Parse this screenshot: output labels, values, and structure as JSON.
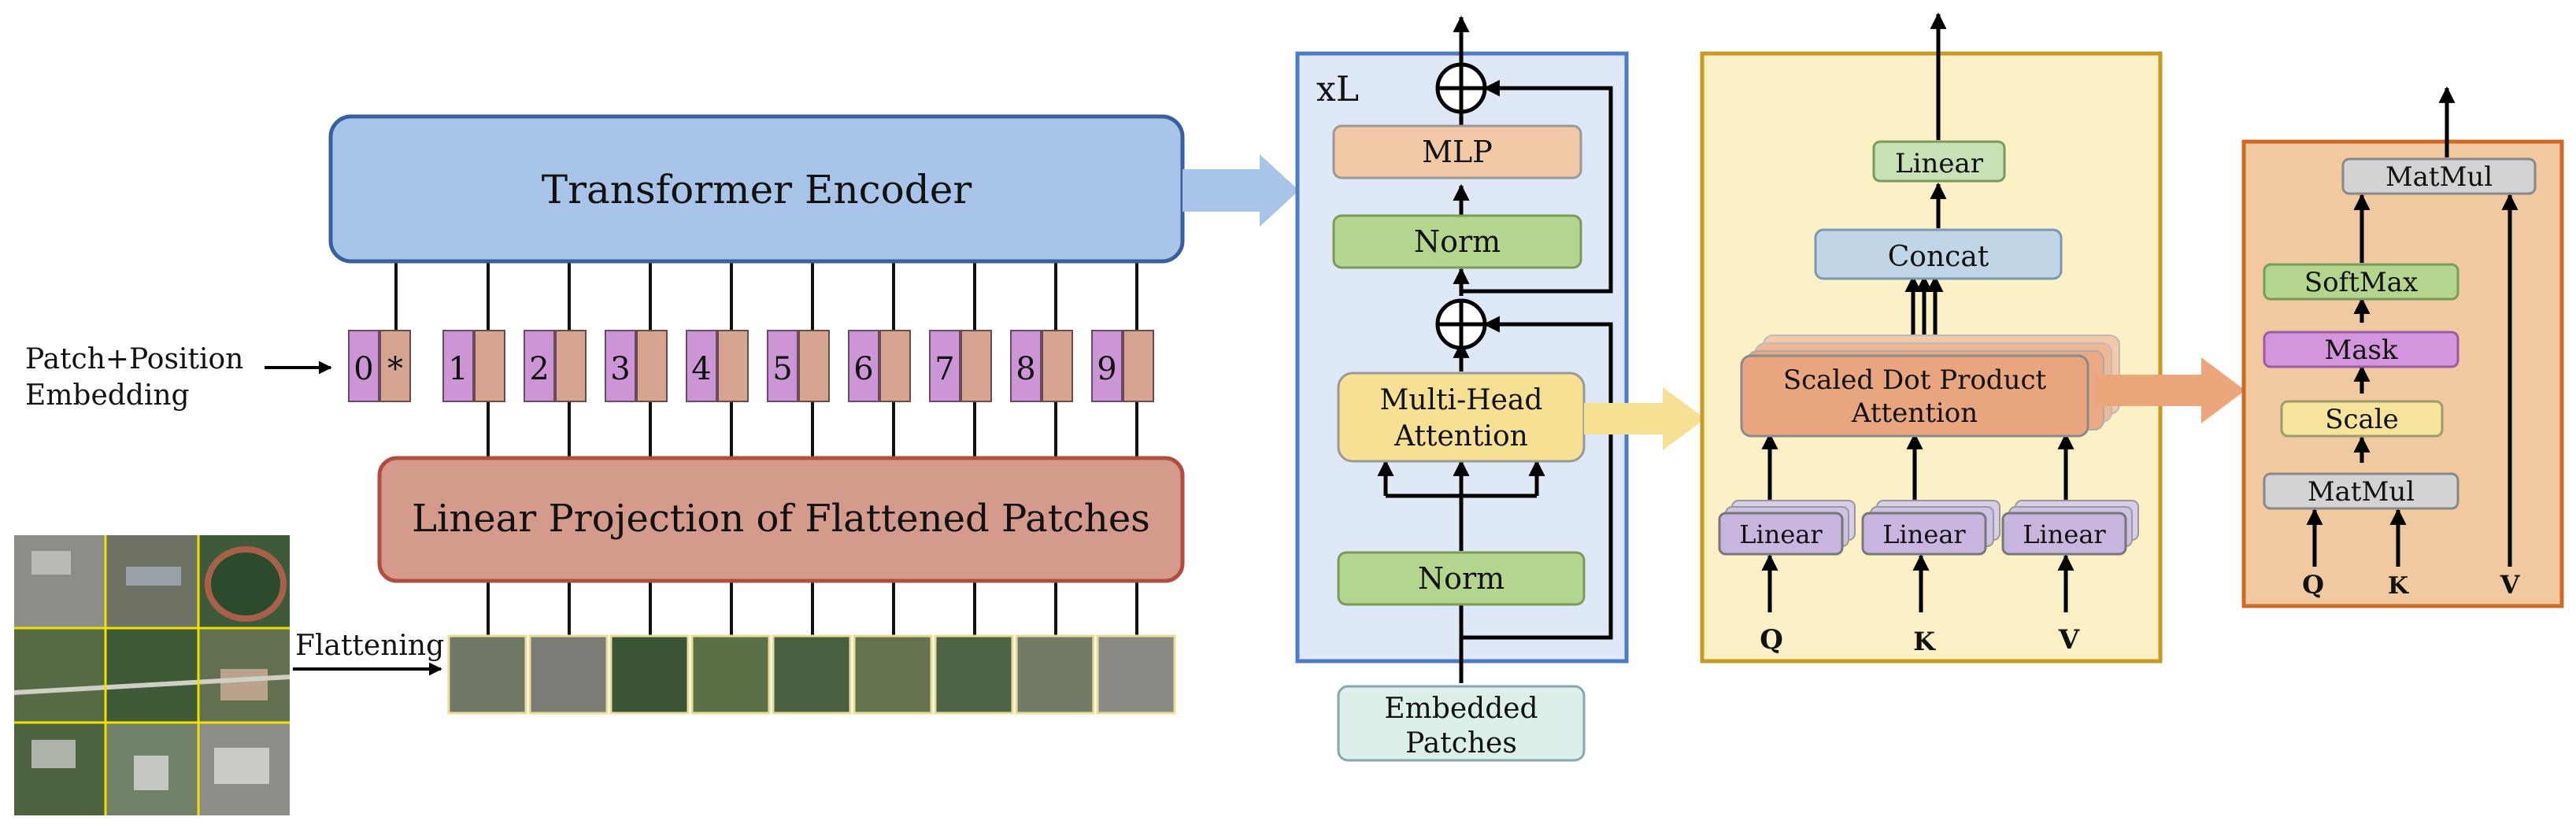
{
  "vit": {
    "transformer_encoder": "Transformer Encoder",
    "linear_projection": "Linear Projection of Flattened Patches",
    "patch_position_line1": "Patch+Position",
    "patch_position_line2": "Embedding",
    "class_token_index": "0",
    "class_token_mark": "*",
    "patch_indices": [
      "1",
      "2",
      "3",
      "4",
      "5",
      "6",
      "7",
      "8",
      "9"
    ],
    "flattening": "Flattening"
  },
  "encoder_block": {
    "repeat": "xL",
    "mlp": "MLP",
    "norm_top": "Norm",
    "mha_line1": "Multi-Head",
    "mha_line2": "Attention",
    "norm_bottom": "Norm",
    "embedded_line1": "Embedded",
    "embedded_line2": "Patches"
  },
  "multi_head_attention": {
    "linear_out": "Linear",
    "concat": "Concat",
    "sdpa_line1": "Scaled Dot Product",
    "sdpa_line2": "Attention",
    "linear_q": "Linear",
    "linear_k": "Linear",
    "linear_v": "Linear",
    "q": "Q",
    "k": "K",
    "v": "V"
  },
  "scaled_dot_product": {
    "matmul_top": "MatMul",
    "softmax": "SoftMax",
    "mask": "Mask",
    "scale": "Scale",
    "matmul_bottom": "MatMul",
    "q": "Q",
    "k": "K",
    "v": "V"
  },
  "colors": {
    "encoder_fill": "#a8c4e8",
    "encoder_stroke": "#3a5f9e",
    "projection_fill": "#d49a8c",
    "projection_stroke": "#b24e3e",
    "token_purple": "#cc95d6",
    "token_tan": "#d6a591",
    "mlp": "#f1c9a6",
    "norm": "#b4d58d",
    "mha": "#f6e094",
    "embedded": "#dcefea",
    "block_panel": "#dfe8f6",
    "block_panel_stroke": "#4d7bc6",
    "mha_panel": "#fbf0c6",
    "mha_panel_stroke": "#c79a22",
    "sdpa_fill": "#e9a67e",
    "linear_purple": "#c8b6e0",
    "concat": "#c0d6e6",
    "sdp_panel": "#f0c9a0",
    "sdp_panel_stroke": "#cf6a26",
    "matmul": "#d3d3d3",
    "softmax": "#b4d58d",
    "mask": "#d395dc",
    "scale": "#f6e49c"
  }
}
